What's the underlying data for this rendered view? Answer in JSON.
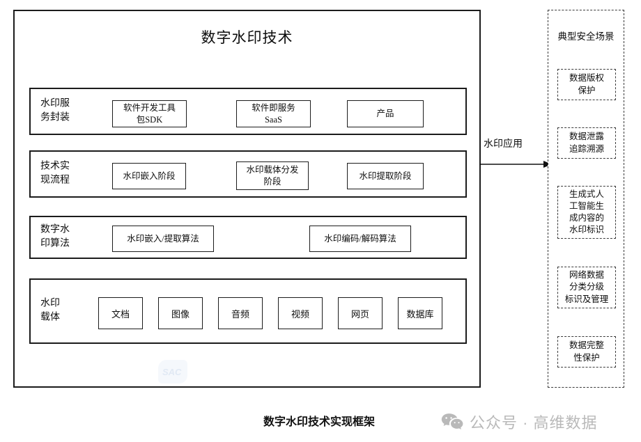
{
  "diagram": {
    "caption": "数字水印技术实现框架",
    "main": {
      "title": "数字水印技术",
      "layers": [
        {
          "label": "水印服\n务封装",
          "items": [
            {
              "name": "sdk",
              "text": "软件开发工具\n包SDK"
            },
            {
              "name": "saas",
              "text": "软件即服务\nSaaS"
            },
            {
              "name": "product",
              "text": "产品"
            }
          ]
        },
        {
          "label": "技术实\n现流程",
          "items": [
            {
              "name": "embed-stage",
              "text": "水印嵌入阶段"
            },
            {
              "name": "carrier-distribution-stage",
              "text": "水印载体分发\n阶段"
            },
            {
              "name": "extract-stage",
              "text": "水印提取阶段"
            }
          ]
        },
        {
          "label": "数字水\n印算法",
          "items": [
            {
              "name": "embed-extract-algorithm",
              "text": "水印嵌入/提取算法"
            },
            {
              "name": "encode-decode-algorithm",
              "text": "水印编码/解码算法"
            }
          ]
        },
        {
          "label": "水印\n载体",
          "items": [
            {
              "name": "document",
              "text": "文档"
            },
            {
              "name": "image",
              "text": "图像"
            },
            {
              "name": "audio",
              "text": "音频"
            },
            {
              "name": "video",
              "text": "视频"
            },
            {
              "name": "webpage",
              "text": "网页"
            },
            {
              "name": "database",
              "text": "数据库"
            }
          ]
        }
      ]
    },
    "arrow": {
      "label": "水印应用"
    },
    "scenarios": {
      "title": "典型安全场景",
      "items": [
        {
          "name": "copyright-protection",
          "text": "数据版权\n保护"
        },
        {
          "name": "leak-tracing",
          "text": "数据泄露\n追踪溯源"
        },
        {
          "name": "aigc-watermark",
          "text": "生成式人\n工智能生\n成内容的\n水印标识"
        },
        {
          "name": "data-classification",
          "text": "网络数据\n分类分级\n标识及管理"
        },
        {
          "name": "data-integrity",
          "text": "数据完整\n性保护"
        }
      ]
    },
    "watermarks": {
      "sac_logo_text": "SAC",
      "wechat_text": "公众号 · 高维数据"
    },
    "colors": {
      "stroke": "#1b1b1b",
      "dashed_stroke": "#3a3a3a",
      "background": "#ffffff",
      "sac_logo": "#c9d8ef",
      "wechat_gray": "#b6b6b6"
    }
  }
}
